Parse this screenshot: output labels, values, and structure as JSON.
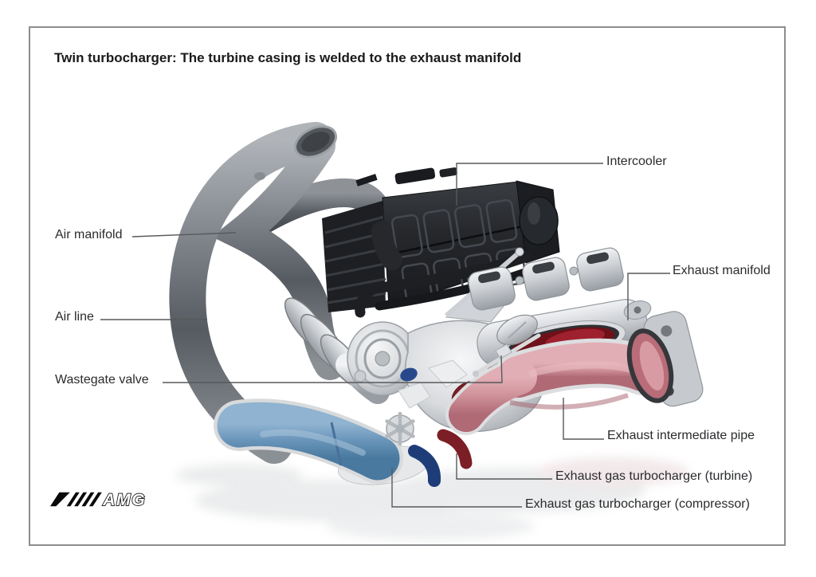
{
  "header": {
    "title": "Twin turbocharger: The turbine casing is welded to the exhaust manifold"
  },
  "logo": {
    "brand": "AMG"
  },
  "labels": [
    {
      "id": "air-manifold",
      "text": "Air manifold"
    },
    {
      "id": "air-line",
      "text": "Air line"
    },
    {
      "id": "wastegate-valve",
      "text": "Wastegate valve"
    },
    {
      "id": "intercooler",
      "text": "Intercooler"
    },
    {
      "id": "exhaust-manifold",
      "text": "Exhaust manifold"
    },
    {
      "id": "exhaust-intermediate-pipe",
      "text": "Exhaust intermediate pipe"
    },
    {
      "id": "turbocharger-turbine",
      "text": "Exhaust gas turbocharger (turbine)"
    },
    {
      "id": "turbocharger-compressor",
      "text": "Exhaust gas turbocharger (compressor)"
    }
  ],
  "color_coding": {
    "charge_air_duct": "#6b96bb",
    "compressor_interior": "#1e3d78",
    "exhaust_pipe_interior": "#d2959d",
    "exhaust_port": "#6e1119",
    "metal_pipe": "#6a6f75",
    "intercooler_body": "#222428"
  }
}
